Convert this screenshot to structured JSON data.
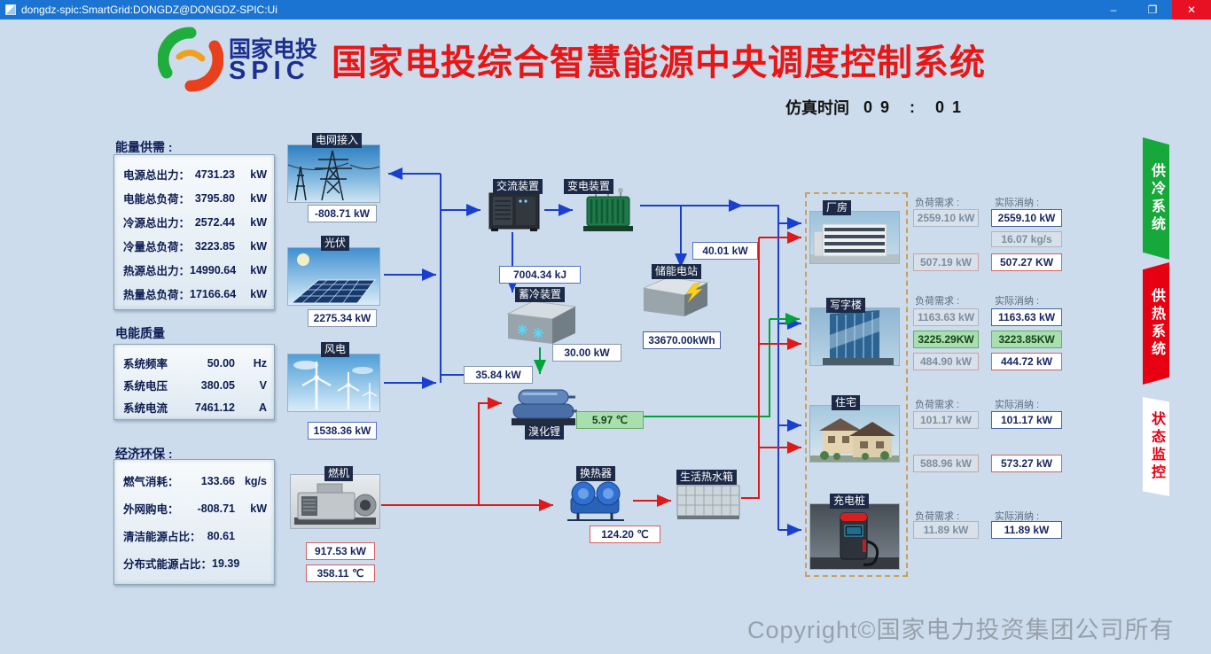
{
  "window": {
    "title": "dongdz-spic:SmartGrid:DONGDZ@DONGDZ-SPIC:Ui",
    "minimize": "–",
    "maximize": "❐",
    "close": "✕"
  },
  "header": {
    "logo_cn": "国家电投",
    "logo_en": "SPIC",
    "title": "国家电投综合智慧能源中央调度控制系统",
    "sim_label": "仿真时间",
    "sim_value": "09 : 01"
  },
  "left": {
    "supply": {
      "title": "能量供需 :",
      "rows": [
        {
          "label": "电源总出力：",
          "value": "4731.23",
          "unit": "kW"
        },
        {
          "label": "电能总负荷：",
          "value": "3795.80",
          "unit": "kW"
        },
        {
          "label": "冷源总出力：",
          "value": "2572.44",
          "unit": "kW"
        },
        {
          "label": "冷量总负荷：",
          "value": "3223.85",
          "unit": "kW"
        },
        {
          "label": "热源总出力：",
          "value": "14990.64",
          "unit": "kW"
        },
        {
          "label": "热量总负荷：",
          "value": "17166.64",
          "unit": "kW"
        }
      ]
    },
    "quality": {
      "title": "电能质量",
      "rows": [
        {
          "label": "系统频率",
          "value": "50.00",
          "unit": "Hz"
        },
        {
          "label": "系统电压",
          "value": "380.05",
          "unit": "V"
        },
        {
          "label": "系统电流",
          "value": "7461.12",
          "unit": "A"
        }
      ]
    },
    "economy": {
      "title": "经济环保 :",
      "rows": [
        {
          "label": "燃气消耗：",
          "value": "133.66",
          "unit": "kg/s"
        },
        {
          "label": "外网购电：",
          "value": "-808.71",
          "unit": "kW"
        },
        {
          "label": "清洁能源占比：",
          "value": "80.61",
          "unit": ""
        },
        {
          "label": "分布式能源占比：",
          "value": "19.39",
          "unit": ""
        }
      ]
    }
  },
  "sources": {
    "grid": {
      "label": "电网接入",
      "value": "-808.71 kW"
    },
    "pv": {
      "label": "光伏",
      "value": "2275.34 kW"
    },
    "wind": {
      "label": "风电",
      "value": "1538.36 kW"
    },
    "turbine": {
      "label": "燃机",
      "value": "917.53 kW",
      "temp": "358.11 ℃"
    }
  },
  "devices": {
    "ac": {
      "label": "交流装置"
    },
    "transformer": {
      "label": "变电装置",
      "out": "40.01 kW"
    },
    "cold_storage": {
      "label": "蓄冷装置",
      "energy": "7004.34 kJ",
      "out": "30.00 kW"
    },
    "ess": {
      "label": "储能电站",
      "energy": "33670.00kWh"
    },
    "chiller": {
      "label": "溴化锂",
      "in": "35.84 kW",
      "temp": "5.97 ℃"
    },
    "hx": {
      "label": "换热器",
      "temp": "124.20 ℃"
    },
    "tank": {
      "label": "生活热水箱"
    }
  },
  "loads": {
    "demand_label": "负荷需求 :",
    "actual_label": "实际消纳 :",
    "factory": {
      "label": "厂房",
      "d1": "2559.10 kW",
      "a1": "2559.10 kW",
      "a2": "16.07 kg/s",
      "d3": "507.19 kW",
      "a3": "507.27 KW"
    },
    "office": {
      "label": "写字楼",
      "d1": "1163.63 kW",
      "a1": "1163.63 kW",
      "d2": "3225.29KW",
      "a2": "3223.85KW",
      "d3": "484.90 kW",
      "a3": "444.72 kW"
    },
    "residence": {
      "label": "住宅",
      "d1": "101.17 kW",
      "a1": "101.17 kW",
      "d2": "588.96 kW",
      "a2": "573.27 kW"
    },
    "charger": {
      "label": "充电桩",
      "d1": "11.89 kW",
      "a1": "11.89 kW"
    }
  },
  "tabs": [
    {
      "label": "供冷系统"
    },
    {
      "label": "供热系统"
    },
    {
      "label": "状态监控"
    }
  ],
  "footer": "Copyright©国家电力投资集团公司所有",
  "colors": {
    "accent_red": "#e60012",
    "accent_green": "#17a83b",
    "line_blue": "#1a3fd0",
    "line_red": "#e01818",
    "line_green": "#00a33a",
    "titlebar": "#1b74d1"
  }
}
